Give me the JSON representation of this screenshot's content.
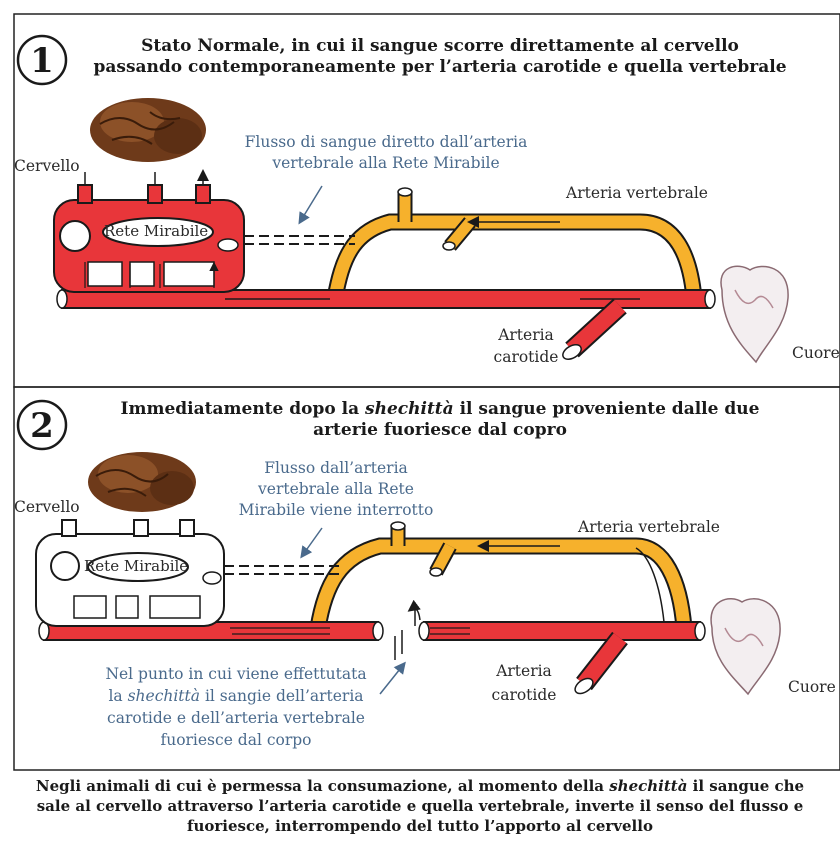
{
  "panel1": {
    "number": "1",
    "heading_line1": "Stato Normale, in cui il sangue scorre direttamente al cervello",
    "heading_line2": "passando contemporaneamente per l’arteria carotide e quella vertebrale",
    "note_line1": "Flusso di sangue diretto dall’arteria",
    "note_line2": "vertebrale alla Rete Mirabile",
    "label_brain": "Cervello",
    "label_rete": "Rete Mirabile",
    "label_vertebral": "Arteria vertebrale",
    "label_carotid_1": "Arteria",
    "label_carotid_2": "carotide",
    "label_heart": "Cuore"
  },
  "panel2": {
    "number": "2",
    "heading_line1_a": "Immediatamente dopo la ",
    "heading_line1_em": "shechittà",
    "heading_line1_b": " il sangue proveniente dalle due",
    "heading_line2": "arterie fuoriesce dal copro",
    "note_line1": "Flusso dall’arteria",
    "note_line2": "vertebrale alla Rete",
    "note_line3": "Mirabile viene interrotto",
    "cut_line1": "Nel punto in cui viene effettutata",
    "cut_line2_a": "la ",
    "cut_line2_em": "shechittà",
    "cut_line2_b": " il sangie dell’arteria",
    "cut_line3": "carotide e dell’arteria vertebrale",
    "cut_line4": "fuoriesce dal corpo",
    "label_brain": "Cervello",
    "label_rete": "Rete Mirabile",
    "label_vertebral": "Arteria vertebrale",
    "label_carotid_1": "Arteria",
    "label_carotid_2": "carotide",
    "label_heart": "Cuore"
  },
  "footer": {
    "line1_a": "Negli animali di cui è permessa la consumazione, al momento della ",
    "line1_em": "shechittà",
    "line1_b": " il sangue che",
    "line2": "sale al cervello attraverso l’arteria carotide e quella vertebrale, inverte il senso del flusso e",
    "line3": "fuoriesce, interrompendo del tutto l’apporto al cervello"
  },
  "colors": {
    "artery_red": "#e8363a",
    "vertebral_orange": "#f6b12c",
    "outline": "#1a1a1a",
    "note_blue": "#4a6a8c",
    "brain_brown": "#7a4320"
  }
}
